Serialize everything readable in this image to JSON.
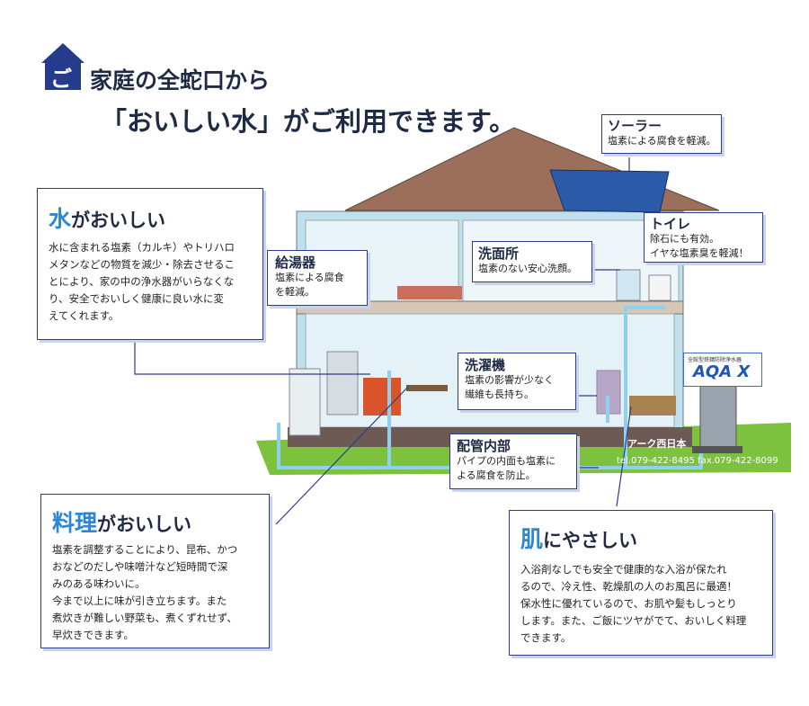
{
  "heading": {
    "badge": "ご",
    "line1": "家庭の全蛇口から",
    "line2": "「おいしい水」がご利用できます。"
  },
  "callouts": {
    "solar": {
      "title": "ソーラー",
      "desc": "塩素による腐食を軽減。"
    },
    "toilet": {
      "title": "トイレ",
      "desc": [
        "除石にも有効。",
        "イヤな塩素臭を軽減！"
      ]
    },
    "washroom": {
      "title": "洗面所",
      "desc": "塩素のない安心洗顔。"
    },
    "heater": {
      "title": "給湯器",
      "desc": [
        "塩素による腐食",
        "を軽減。"
      ]
    },
    "washer": {
      "title": "洗濯機",
      "desc": [
        "塩素の影響が少なく",
        "繊維も長持ち。"
      ]
    },
    "piping": {
      "title": "配管内部",
      "desc": [
        "パイプの内面も塩素に",
        "よる腐食を防止。"
      ]
    }
  },
  "panels": {
    "water": {
      "accent": "水",
      "rest": "がおいしい",
      "lines": [
        "水に含まれる塩素（カルキ）やトリハロ",
        "メタンなどの物質を減少・除去させるこ",
        "とにより、家の中の浄水器がいらなくな",
        "り、安全でおいしく健康に良い水に変",
        "えてくれます。"
      ]
    },
    "cooking": {
      "accent": "料理",
      "rest": "がおいしい",
      "lines": [
        "塩素を調整することにより、昆布、かつ",
        "おなどのだしや味噌汁など短時間で深",
        "みのある味わいに。",
        "今まで以上に味が引き立ちます。また",
        "煮炊きが難しい野菜も、煮くずれせず、",
        "早炊きできます。"
      ]
    },
    "skin": {
      "accent": "肌",
      "rest": "にやさしい",
      "lines": [
        "入浴剤なしでも安全で健康的な入浴が保たれ",
        "るので、冷え性、乾燥肌の人のお風呂に最適！",
        "保水性に優れているので、お肌や髪もしっとり",
        "します。また、ご飯にツヤがでて、おいしく料理",
        "できます。"
      ]
    }
  },
  "device": {
    "logo": "AQA X",
    "small": "全館型鉄錆防除浄水器",
    "company": "アーク西日本",
    "contact": "tel.079-422-8495  fax.079-422-8099"
  },
  "colors": {
    "navy": "#1f2a44",
    "accent": "#2b86d6",
    "border": "#2e3b8a"
  }
}
